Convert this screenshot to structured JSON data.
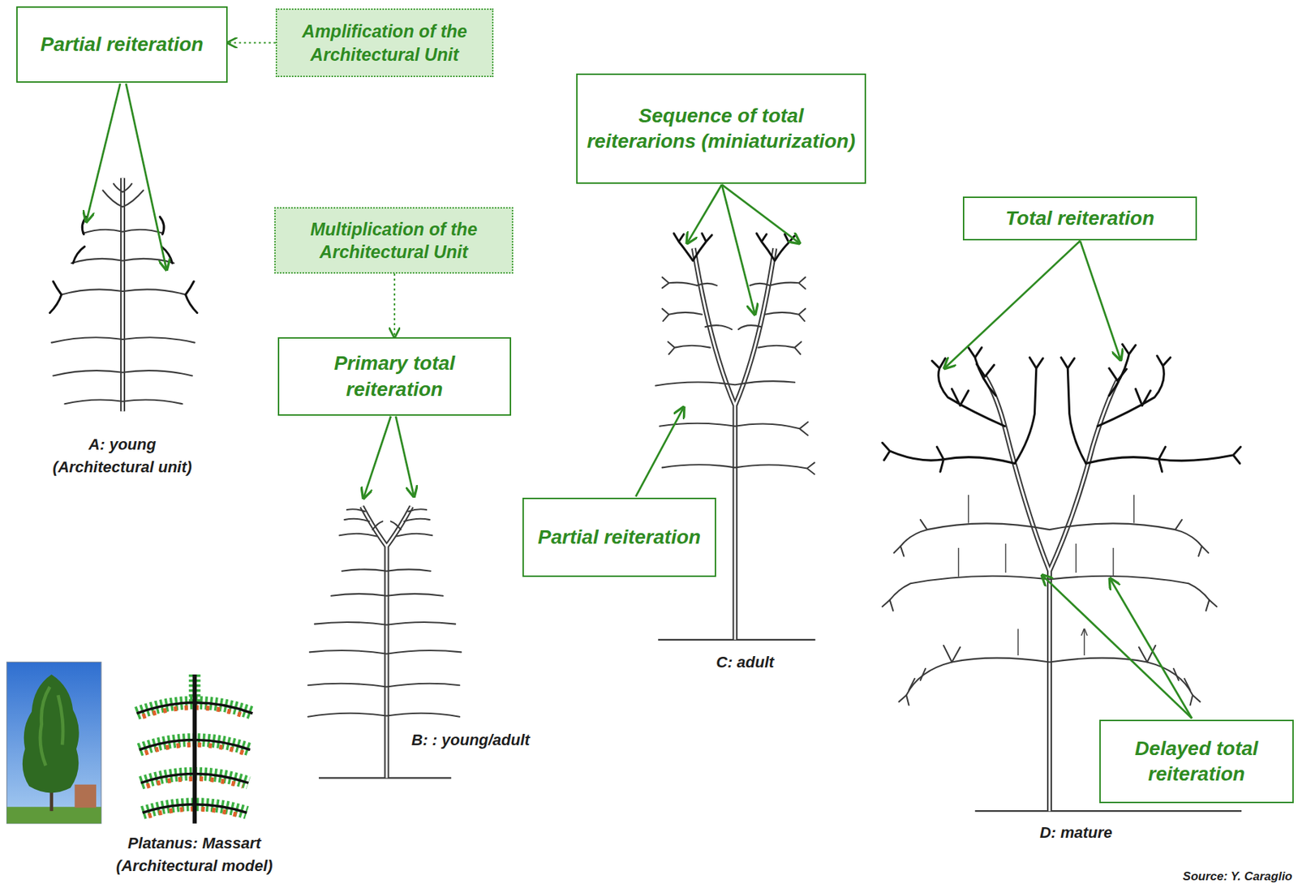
{
  "diagram": {
    "nodes": [
      {
        "text": [
          "Partial reiteration"
        ]
      },
      {
        "text": [
          "Amplification of the Architectural Unit"
        ]
      },
      {
        "text": [
          "Multiplication of the Architectural Unit"
        ]
      },
      {
        "text": [
          "Primary total reiteration"
        ]
      },
      {
        "text": [
          "Sequence of total reiterarions (miniaturization)"
        ]
      },
      {
        "text": [
          "Partial reiteration"
        ]
      },
      {
        "text": [
          "Total reiteration"
        ]
      },
      {
        "text": [
          "Delayed total reiteration"
        ]
      }
    ],
    "edges": [
      {
        "from": 1,
        "to": 0,
        "arrow": "to"
      },
      {
        "from": 2,
        "to": 3,
        "arrow": "to"
      }
    ],
    "labels": [
      "A: young",
      "(Architectural unit)",
      "B: : young/adult",
      "C: adult",
      "D: mature",
      "Platanus: Massart",
      "(Architectural model)",
      "Source: Y. Caraglio"
    ]
  }
}
